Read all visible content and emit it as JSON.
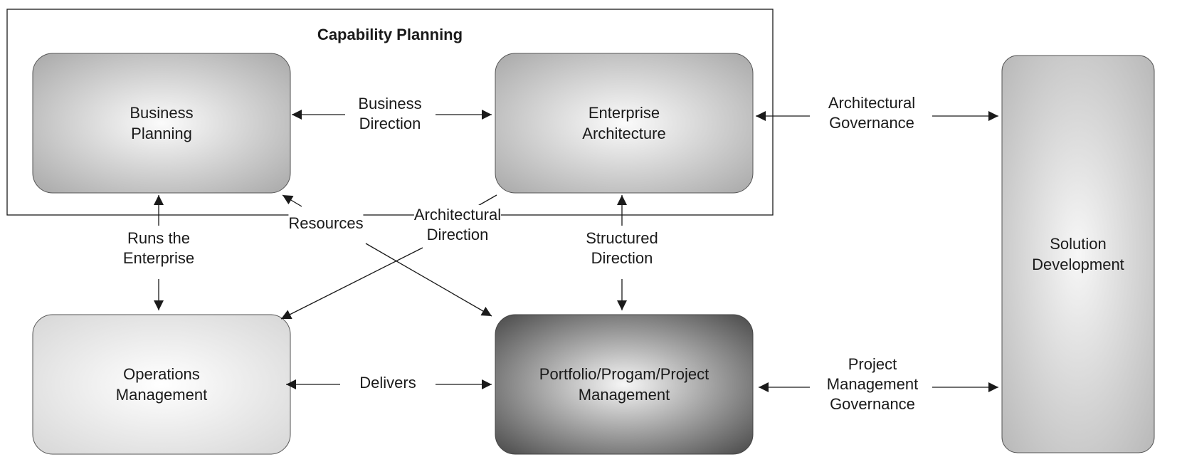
{
  "group": {
    "title": "Capability Planning"
  },
  "nodes": {
    "business_planning": "Business\nPlanning",
    "enterprise_architecture": "Enterprise\nArchitecture",
    "operations_management": "Operations\nManagement",
    "ppp_management": "Portfolio/Progam/Project\nManagement",
    "solution_development": "Solution\nDevelopment"
  },
  "edges": {
    "business_direction": "Business\nDirection",
    "architectural_governance": "Architectural\nGovernance",
    "resources": "Resources",
    "architectural_direction": "Architectural\nDirection",
    "runs_the_enterprise": "Runs the\nEnterprise",
    "structured_direction": "Structured\nDirection",
    "delivers": "Delivers",
    "project_management_governance": "Project\nManagement\nGovernance"
  }
}
